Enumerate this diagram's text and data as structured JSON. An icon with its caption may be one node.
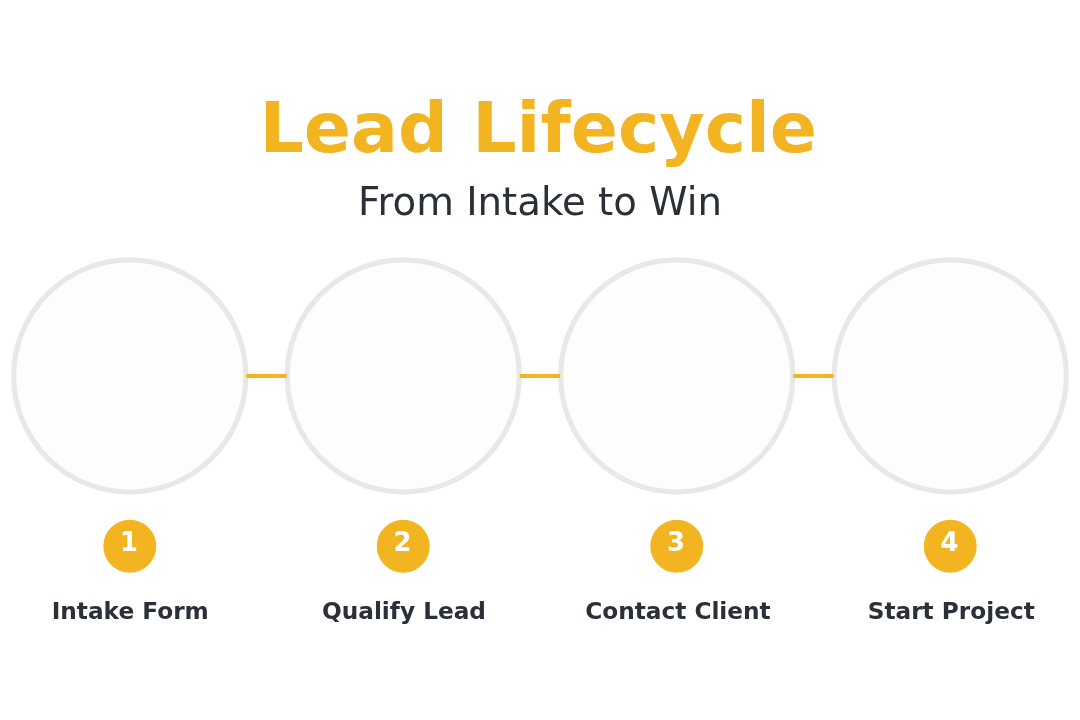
{
  "diagram": {
    "title": "Lead Lifecycle",
    "nodes": [
      {
        "text": [],
        "shape": "circle"
      },
      {
        "text": [],
        "shape": "circle"
      },
      {
        "text": [],
        "shape": "circle"
      },
      {
        "text": [],
        "shape": "circle"
      },
      {
        "text": [
          "1"
        ],
        "beside": [
          "Intake Form"
        ]
      },
      {
        "text": [
          "2"
        ],
        "beside": [
          "Qualify Lead"
        ]
      },
      {
        "text": [
          "3"
        ],
        "beside": [
          "Contact Client"
        ]
      },
      {
        "text": [
          "4"
        ],
        "beside": [
          "Start Project"
        ]
      }
    ],
    "edges": [
      {
        "from": 0,
        "to": 1,
        "arrow": "none"
      },
      {
        "from": 1,
        "to": 2,
        "arrow": "none"
      },
      {
        "from": 2,
        "to": 3,
        "arrow": "none"
      }
    ],
    "labels": [
      "From Intake to Win"
    ]
  }
}
